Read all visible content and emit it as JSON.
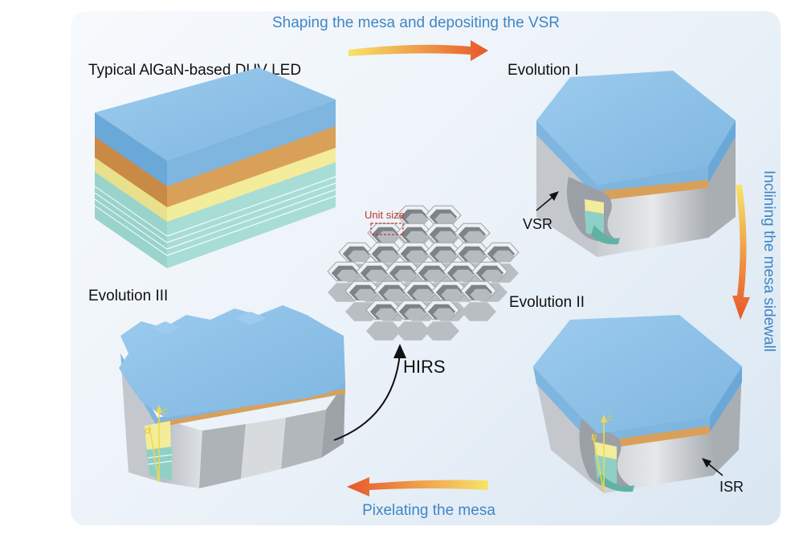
{
  "figure": {
    "arrows": {
      "top": "Shaping the mesa and depositing the VSR",
      "right": "Inclining the mesa sidewall",
      "bottom": "Pixelating the mesa"
    },
    "stages": {
      "typical": "Typical AlGaN-based DUV LED",
      "evo1": "Evolution I",
      "evo2": "Evolution II",
      "evo3": "Evolution III"
    },
    "callouts": {
      "vsr": "VSR",
      "isr": "ISR",
      "hirs": "HIRS",
      "unit_size": "Unit size",
      "alpha": "α",
      "c_axis": "c"
    },
    "colors": {
      "top_layer": "#8fc3e8",
      "orange_layer": "#d9a05a",
      "yellow_layer": "#f3ec9a",
      "green_layer": "#6fc3b8",
      "substrate": "#b8bcc0",
      "arrow_blue_text": "#3f86c4",
      "arrow_warm": "#e8562b"
    }
  }
}
